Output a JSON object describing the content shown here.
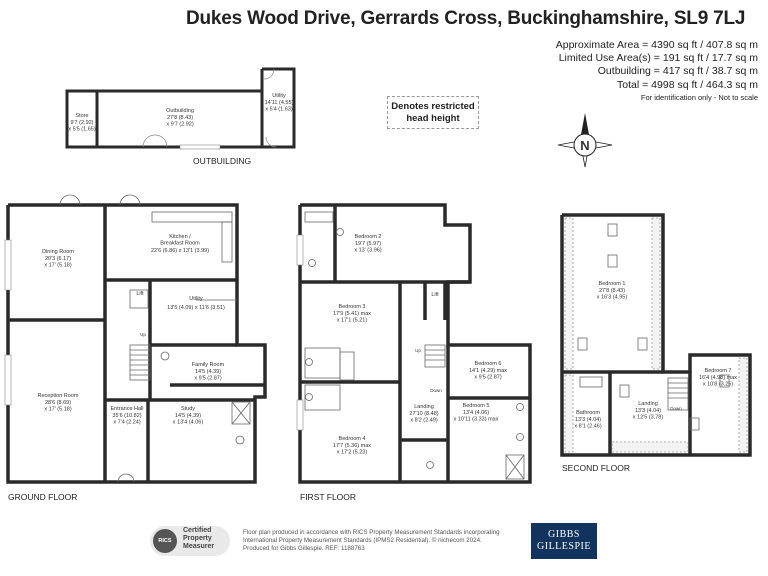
{
  "title": "Dukes Wood Drive, Gerrards Cross, Buckinghamshire, SL9 7LJ",
  "areas": {
    "approx": "Approximate Area = 4390 sq ft / 407.8 sq m",
    "limited": "Limited Use Area(s) = 191 sq ft / 17.7 sq m",
    "outbuilding": "Outbuilding = 417 sq ft / 38.7 sq m",
    "total": "Total = 4998 sq ft / 464.3 sq m",
    "note": "For identification only - Not to scale"
  },
  "restricted_note": "Denotes restricted head height",
  "compass": "N",
  "floors": {
    "outbuilding": "OUTBUILDING",
    "ground": "GROUND FLOOR",
    "first": "FIRST FLOOR",
    "second": "SECOND FLOOR"
  },
  "rooms": {
    "store": {
      "name": "Store",
      "dim": "9'7 (2.92)\nx 5'5 (1.65)"
    },
    "outbuilding": {
      "name": "Outbuilding",
      "dim": "27'8 (8.43)\nx 9'7 (2.92)"
    },
    "utility_out": {
      "name": "Utility",
      "dim": "14'11 (4.55)\nx 5'4 (1.63)"
    },
    "dining": {
      "name": "Dining Room",
      "dim": "20'3 (6.17)\nx 17' (5.18)"
    },
    "kitchen": {
      "name": "Kitchen /\nBreakfast Room",
      "dim": "22'6 (6.86) x 13'1 (3.99)"
    },
    "lift_g": {
      "name": "Lift",
      "dim": ""
    },
    "utility_g": {
      "name": "Utility",
      "dim": "13'5 (4.09) x 11'6 (3.51)"
    },
    "reception": {
      "name": "Reception Room",
      "dim": "28'6 (8.69)\nx 17' (5.18)"
    },
    "family": {
      "name": "Family Room",
      "dim": "14'5 (4.39)\nx 9'5 (2.87)"
    },
    "entrance": {
      "name": "Entrance Hall",
      "dim": "35'6 (10.82)\nx 7'4 (2.24)"
    },
    "study": {
      "name": "Study",
      "dim": "14'5 (4.39)\nx 13'4 (4.06)"
    },
    "bed2": {
      "name": "Bedroom 2",
      "dim": "19'7 (5.97)\nx 13' (3.96)"
    },
    "bed3": {
      "name": "Bedroom 3",
      "dim": "17'9 (5.41) max\nx 17'1 (5.21)"
    },
    "lift_f": {
      "name": "Lift",
      "dim": ""
    },
    "bed6": {
      "name": "Bedroom 6",
      "dim": "14'1 (4.29) max\nx 9'5 (2.87)"
    },
    "landing_f": {
      "name": "Landing",
      "dim": "27'10 (8.48)\nx 8'2 (2.49)"
    },
    "bed4": {
      "name": "Bedroom 4",
      "dim": "17'7 (5.36) max\nx 17'2 (5.23)"
    },
    "bed5": {
      "name": "Bedroom 5",
      "dim": "13'4 (4.06)\nx 10'11 (3.33) max"
    },
    "bed1": {
      "name": "Bedroom 1",
      "dim": "27'8 (8.43)\nx 16'3 (4.95)"
    },
    "bathroom": {
      "name": "Bathroom",
      "dim": "13'3 (4.04)\nx 8'1 (2.46)"
    },
    "landing_s": {
      "name": "Landing",
      "dim": "13'3 (4.04)\nx 12'5 (3.78)"
    },
    "bed7": {
      "name": "Bedroom 7",
      "dim": "16'4 (4.98) max\nx 10'8 (3.25)"
    }
  },
  "stair_marks": {
    "up": "Up",
    "down": "Down"
  },
  "footer": {
    "line1": "Floor plan produced in accordance with RICS Property Measurement Standards incorporating",
    "line2": "International Property Measurement Standards (IPMS2 Residential). © nichecom 2024.",
    "line3": "Produced for Gibbs Gillespie.   REF: 1188763"
  },
  "rics": {
    "mark": "RICS",
    "text1": "Certified",
    "text2": "Property",
    "text3": "Measurer"
  },
  "logo": {
    "line1": "GIBBS",
    "line2": "GILLESPIE"
  }
}
